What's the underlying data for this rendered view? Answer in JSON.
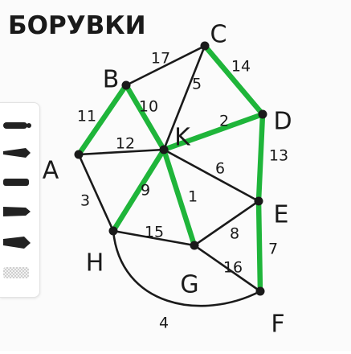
{
  "title": "БОРУВКИ",
  "nodes": [
    {
      "id": "A",
      "label": "A"
    },
    {
      "id": "B",
      "label": "B"
    },
    {
      "id": "C",
      "label": "C"
    },
    {
      "id": "D",
      "label": "D"
    },
    {
      "id": "E",
      "label": "E"
    },
    {
      "id": "F",
      "label": "F"
    },
    {
      "id": "G",
      "label": "G"
    },
    {
      "id": "H",
      "label": "H"
    },
    {
      "id": "K",
      "label": "K"
    }
  ],
  "edges": [
    {
      "from": "B",
      "to": "C",
      "weight": "17",
      "in_tree": false
    },
    {
      "from": "C",
      "to": "D",
      "weight": "14",
      "in_tree": true
    },
    {
      "from": "C",
      "to": "K",
      "weight": "5",
      "in_tree": false
    },
    {
      "from": "B",
      "to": "A",
      "weight": "11",
      "in_tree": true
    },
    {
      "from": "B",
      "to": "K",
      "weight": "10",
      "in_tree": true
    },
    {
      "from": "K",
      "to": "D",
      "weight": "2",
      "in_tree": true
    },
    {
      "from": "A",
      "to": "K",
      "weight": "12",
      "in_tree": false
    },
    {
      "from": "D",
      "to": "E",
      "weight": "13",
      "in_tree": true
    },
    {
      "from": "K",
      "to": "E",
      "weight": "6",
      "in_tree": false
    },
    {
      "from": "A",
      "to": "H",
      "weight": "3",
      "in_tree": false
    },
    {
      "from": "K",
      "to": "H",
      "weight": "9",
      "in_tree": true
    },
    {
      "from": "K",
      "to": "G",
      "weight": "1",
      "in_tree": true
    },
    {
      "from": "H",
      "to": "G",
      "weight": "15",
      "in_tree": false
    },
    {
      "from": "G",
      "to": "E",
      "weight": "8",
      "in_tree": false
    },
    {
      "from": "E",
      "to": "F",
      "weight": "7",
      "in_tree": true
    },
    {
      "from": "G",
      "to": "F",
      "weight": "16",
      "in_tree": false
    },
    {
      "from": "H",
      "to": "F",
      "weight": "4",
      "in_tree": false
    }
  ],
  "colors": {
    "ink": "#1a1a1a",
    "tree_edge": "#1fb53a",
    "panel": "#ffffff"
  },
  "brush_panel": {
    "tools": [
      "pen-brush-icon",
      "marker-brush-icon",
      "pencil-brush-icon",
      "fountain-brush-icon",
      "calligraphy-brush-icon",
      "eraser-texture-icon"
    ]
  }
}
